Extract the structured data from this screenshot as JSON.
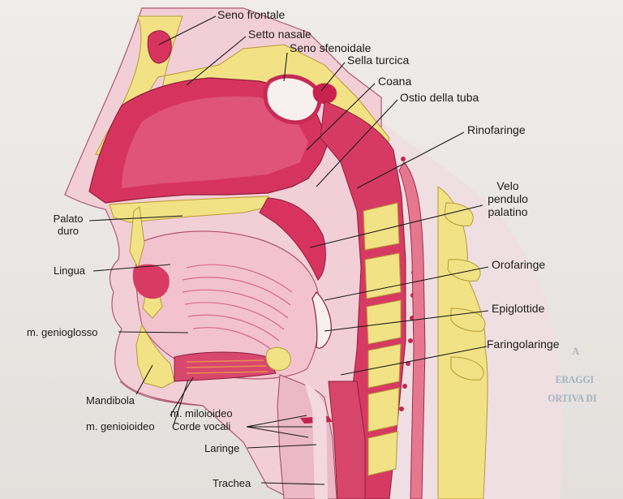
{
  "labels": {
    "seno_frontale": "Seno frontale",
    "setto_nasale": "Setto nasale",
    "seno_sfenoidale": "Seno sfenoidale",
    "sella_turcica": "Sella turcica",
    "coana": "Coana",
    "ostio_della_tuba": "Ostio della tuba",
    "rinofaringe": "Rinofaringe",
    "velo_pendulo_palatino": [
      "Velo",
      "pendulo",
      "palatino"
    ],
    "palato_duro": [
      "Palato",
      "duro"
    ],
    "lingua": "Lingua",
    "orofaringe": "Orofaringe",
    "epiglottide": "Epiglottide",
    "m_genioglosso": "m. genioglosso",
    "faringolaringe": "Faringolaringe",
    "mandibola": "Mandibola",
    "m_miloioideo": "m. miloioideo",
    "m_genioioideo": "m. genioioideo",
    "corde_vocali": "Corde vocali",
    "laringe": "Laringe",
    "trachea": "Trachea"
  },
  "bleed_through": [
    "A",
    "ERAGGI",
    "ORTIVA DI"
  ],
  "colors": {
    "tissue": "#e8a6b8",
    "tissue_light": "#f3c9d3",
    "muscle": "#d9386a",
    "bone": "#f1e082",
    "bone_dark": "#e2c94e",
    "mucosa": "#c8244f",
    "cavity": "#f7f2f0"
  }
}
